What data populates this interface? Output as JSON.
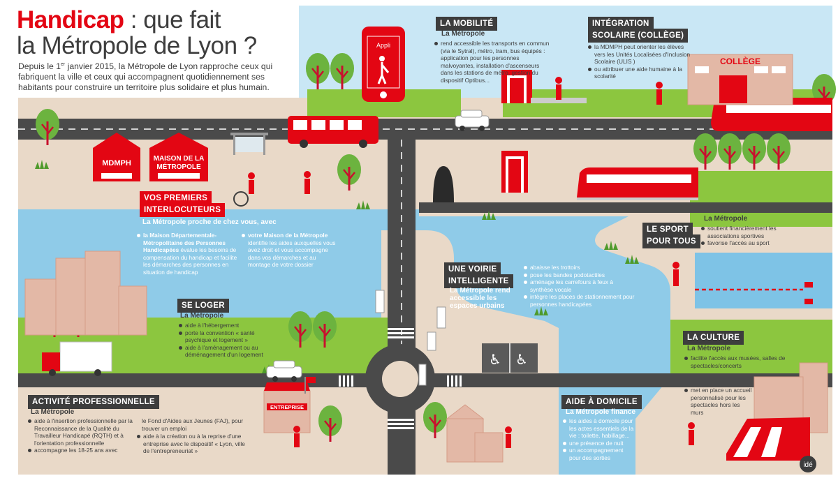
{
  "title": {
    "accent": "Handicap",
    "rest_line1": " : que fait",
    "line2": "la Métropole de Lyon ?"
  },
  "intro": {
    "before": "Depuis le 1",
    "sup": "er",
    "after": " janvier 2015, la Métropole de Lyon rapproche ceux qui fabriquent la ville et ceux qui accompagnent quotidiennement ses habitants pour construire un territoire plus solidaire et plus humain."
  },
  "buildings": {
    "mdmph": "MDMPH",
    "maison_line1": "MAISON DE LA",
    "maison_line2": "MÉTROPOLE",
    "college": "COLLÈGE",
    "entreprise": "ENTREPRISE"
  },
  "phone_label": "Appli",
  "logo": "idé",
  "mobilite": {
    "title": "LA MOBILITÉ",
    "subtitle": "La Métropole",
    "items": [
      "rend accessible les transports en commun (via le Sytral), métro, tram, bus équipés : application pour les personnes malvoyantes, installation d'ascenseurs dans les stations de métro, gestion du dispositif Optibus..."
    ]
  },
  "integration": {
    "title_line1": "INTÉGRATION",
    "title_line2": "SCOLAIRE (COLLÈGE)",
    "items": [
      "la MDMPH peut orienter les élèves vers les Unités Localisées d'Inclusion Scolaire (ULIS )",
      "ou attribuer une aide humaine à la scolarité"
    ]
  },
  "premiers": {
    "title_line1": "VOS PREMIERS",
    "title_line2": "INTERLOCUTEURS",
    "subtitle": "La Métropole proche de chez vous, avec",
    "col1_bold": "la Maison Départementale-Métropolitaine des Personnes Handicapées",
    "col1_rest": " évalue les besoins de compensation du handicap et facilite les démarches des personnes en situation de handicap",
    "col2_bold": "votre Maison de la Métropole",
    "col2_rest": " identifie les aides auxquelles vous avez droit et vous accompagne dans vos démarches et au montage de votre dossier"
  },
  "sport": {
    "title_line1": "LE SPORT",
    "title_line2": "POUR TOUS",
    "subtitle": "La Métropole",
    "items": [
      "soutient financièrement les associations sportives",
      "favorise l'accès au sport"
    ]
  },
  "voirie": {
    "title_line1": "UNE VOIRIE",
    "title_line2": "INTELLIGENTE",
    "subtitle": "La Métropole rend accessible les espaces urbains",
    "items": [
      "abaisse les trottoirs",
      "pose les bandes podotactiles",
      "aménage les carrefours à feux à synthèse vocale",
      "intègre les places de stationnement pour personnes handicapées"
    ]
  },
  "loger": {
    "title": "SE LOGER",
    "subtitle": "La Métropole",
    "items": [
      "aide à l'hébergement",
      "porte la convention « santé psychique et logement »",
      "aide à l'aménagement ou au déménagement d'un logement"
    ]
  },
  "culture": {
    "title": "LA CULTURE",
    "subtitle": "La Métropole",
    "items": [
      "facilite l'accès aux musées, salles de spectacles/concerts",
      "met en place un accueil personnalisé pour les spectacles hors les murs"
    ]
  },
  "activite": {
    "title": "ACTIVITÉ PROFESSIONNELLE",
    "subtitle": "La Métropole",
    "col1": [
      "aide à l'insertion professionnelle par la Reconnaissance de la Qualité du Travailleur Handicapé (RQTH) et à l'orientation professionnelle",
      "accompagne les 18-25 ans avec"
    ],
    "col2_intro": "le Fond d'Aides aux Jeunes (FAJ), pour trouver un emploi",
    "col2": [
      "aide à la création ou à la reprise d'une entreprise avec le dispositif « Lyon, ville de l'entrepreneuriat »"
    ]
  },
  "domicile": {
    "title": "AIDE À DOMICILE",
    "subtitle": "La Métropole finance",
    "items": [
      "les aides à domicile pour les actes essentiels de la vie : toilette, habillage...",
      "une présence de nuit",
      "un accompagnement pour des sorties"
    ]
  },
  "colors": {
    "red": "#e30613",
    "dark": "#3d3d3d",
    "grass": "#8cc63f",
    "water": "#8fcbe8",
    "ground": "#e9d9c8",
    "road": "#4a4a4a"
  }
}
